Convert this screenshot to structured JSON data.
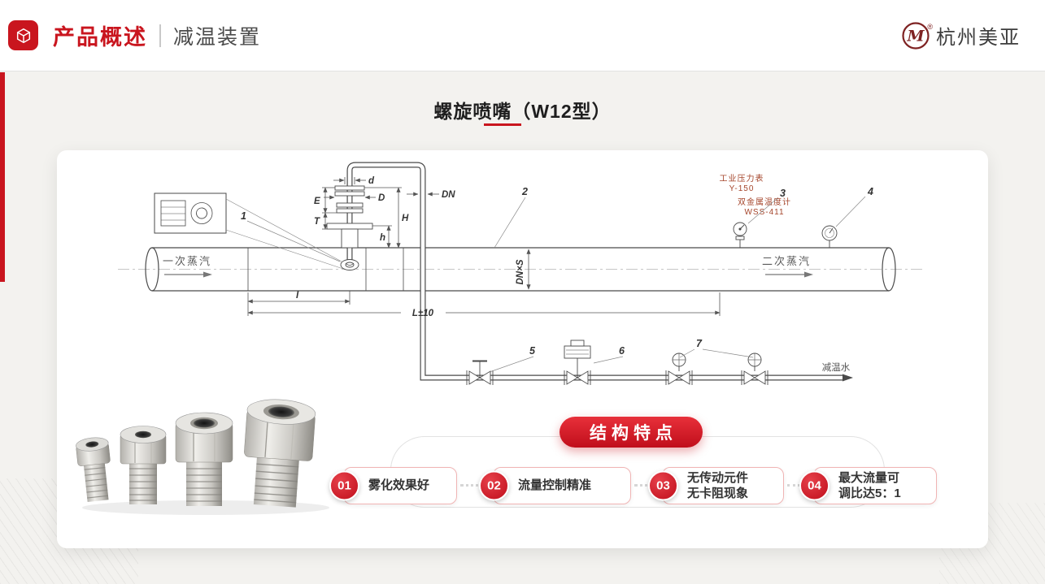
{
  "header": {
    "title": "产品概述",
    "subtitle": "减温装置",
    "logo_monogram": "M",
    "logo_reg": "®",
    "logo_text": "杭州美亚"
  },
  "slide": {
    "title": "螺旋喷嘴（W12型）"
  },
  "diagram": {
    "flow_labels": {
      "inlet": "一次蒸汽",
      "outlet": "二次蒸汽",
      "water": "减温水"
    },
    "instruments": {
      "pressure_gauge_name": "工业压力表",
      "pressure_gauge_model": "Y-150",
      "thermometer_name": "双金属温度计",
      "thermometer_model": "WSS-411"
    },
    "dimensions": {
      "d": "d",
      "D": "D",
      "DN": "DN",
      "E": "E",
      "T": "T",
      "H": "H",
      "h": "h",
      "I": "I",
      "L": "L±10",
      "DNxS": "DN×S"
    },
    "callouts": [
      "1",
      "2",
      "3",
      "4",
      "5",
      "6",
      "7"
    ]
  },
  "features": {
    "banner": "结构特点",
    "items": [
      {
        "num": "01",
        "lines": [
          "雾化效果好"
        ]
      },
      {
        "num": "02",
        "lines": [
          "流量控制精准"
        ]
      },
      {
        "num": "03",
        "lines": [
          "无传动元件",
          "无卡阻现象"
        ]
      },
      {
        "num": "04",
        "lines": [
          "最大流量可",
          "调比达5：1"
        ]
      }
    ]
  },
  "colors": {
    "accent": "#c9151e",
    "banner_red": "#d01423"
  }
}
